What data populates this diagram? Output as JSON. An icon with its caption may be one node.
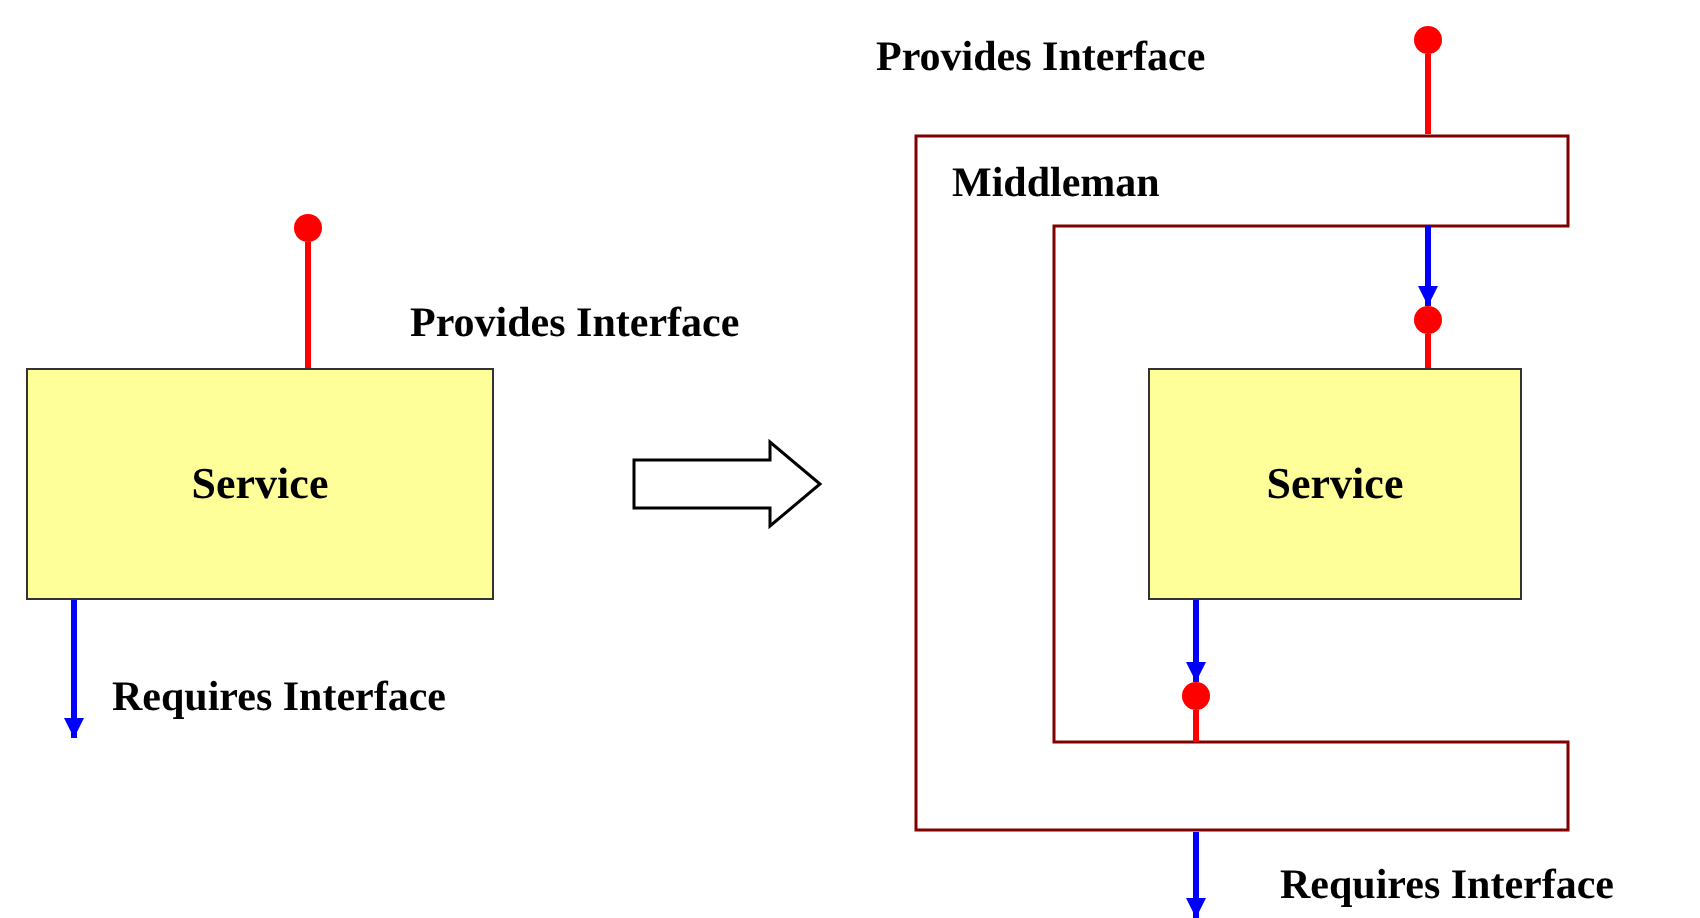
{
  "diagram": {
    "nodes": [
      {
        "text": [
          "Service"
        ]
      },
      {
        "text": [],
        "shape": "circle"
      },
      {
        "text": [],
        "shape": "circle"
      },
      {
        "text": [
          "Middleman"
        ]
      },
      {
        "text": [],
        "shape": "circle"
      },
      {
        "text": [
          "Service"
        ],
        "in": 3
      },
      {
        "text": [],
        "shape": "circle"
      }
    ],
    "edges": [
      {
        "from": 0,
        "to": 1,
        "arrow": "none",
        "color": "#ff0000"
      },
      {
        "from": 0,
        "to": null,
        "arrow": "to",
        "color": "#0000ff"
      },
      {
        "from": 0,
        "to": 3,
        "arrow": "to",
        "style": "thick",
        "color": "#000000"
      },
      {
        "from": 3,
        "to": 2,
        "arrow": "none",
        "color": "#ff0000"
      },
      {
        "from": 3,
        "to": 4,
        "arrow": "to",
        "color": "#0000ff"
      },
      {
        "from": 5,
        "to": 4,
        "arrow": "none",
        "color": "#ff0000"
      },
      {
        "from": 5,
        "to": 6,
        "arrow": "to",
        "color": "#0000ff"
      },
      {
        "from": 3,
        "to": 6,
        "arrow": "none",
        "color": "#ff0000"
      },
      {
        "from": 3,
        "to": null,
        "arrow": "to",
        "color": "#0000ff"
      }
    ],
    "labels": [
      "Provides Interface",
      "Provides Interface",
      "Requires Interface",
      "Requires Interface"
    ]
  }
}
